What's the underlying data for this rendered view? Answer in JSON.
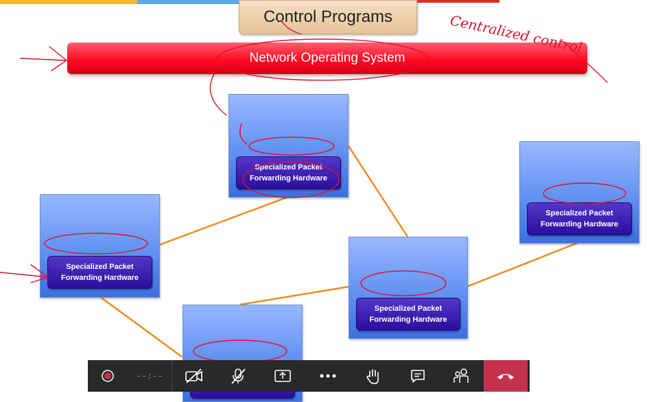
{
  "slide": {
    "title": "Control Programs",
    "nos_label": "Network Operating  System",
    "handwritten_note": "Centralized control",
    "hardware_label_line1": "Specialized Packet",
    "hardware_label_line2": "Forwarding Hardware"
  },
  "colors": {
    "nos_bar": "#ff1a2e",
    "switch_box": "#6f99f5",
    "hardware_box": "#3b1fb0",
    "link_line": "#f28a1e",
    "annotation_ink": "#e0102a",
    "toolbar_bg": "#292929",
    "hangup": "#c4314b"
  },
  "toolbar": {
    "recording_timer": "--:--",
    "icons": [
      "record-icon",
      "camera-off-icon",
      "mic-off-icon",
      "share-screen-icon",
      "more-icon",
      "raise-hand-icon",
      "chat-icon",
      "participants-icon",
      "hangup-icon"
    ]
  }
}
